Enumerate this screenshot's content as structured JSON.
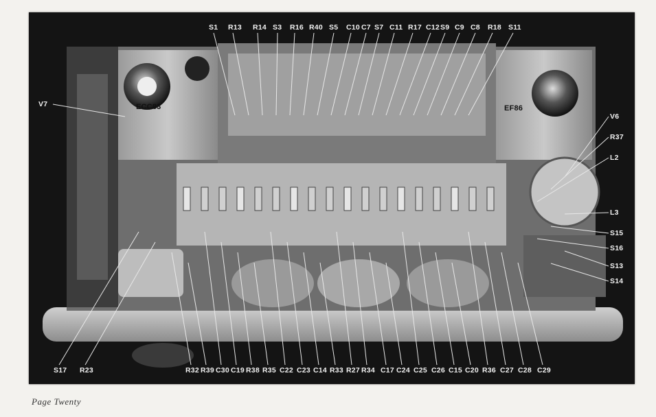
{
  "page": {
    "caption": "Page Twenty"
  },
  "tube_labels": {
    "v7_tube": "ECC83",
    "v6_tube": "EF86"
  },
  "labels_top": [
    "S1",
    "R13",
    "R14",
    "S3",
    "R16",
    "R40",
    "S5",
    "C10",
    "C7",
    "S7",
    "C11",
    "R17",
    "C12",
    "S9",
    "C9",
    "C8",
    "R18",
    "S11"
  ],
  "labels_left": [
    "V7"
  ],
  "labels_right": [
    "V6",
    "R37",
    "L2",
    "L3",
    "S15",
    "S16",
    "S13",
    "S14"
  ],
  "labels_bottom": [
    "S17",
    "R23",
    "R32",
    "R39",
    "C30",
    "C19",
    "R38",
    "R35",
    "C22",
    "C23",
    "C14",
    "R33",
    "R27",
    "R34",
    "C17",
    "C24",
    "C25",
    "C26",
    "C15",
    "C20",
    "R36",
    "C27",
    "C28",
    "C29"
  ],
  "colors": {
    "background": "#f3f2ee",
    "photo": "#141414",
    "label": "#f2f2f2",
    "leader": "#e8e8e8"
  }
}
